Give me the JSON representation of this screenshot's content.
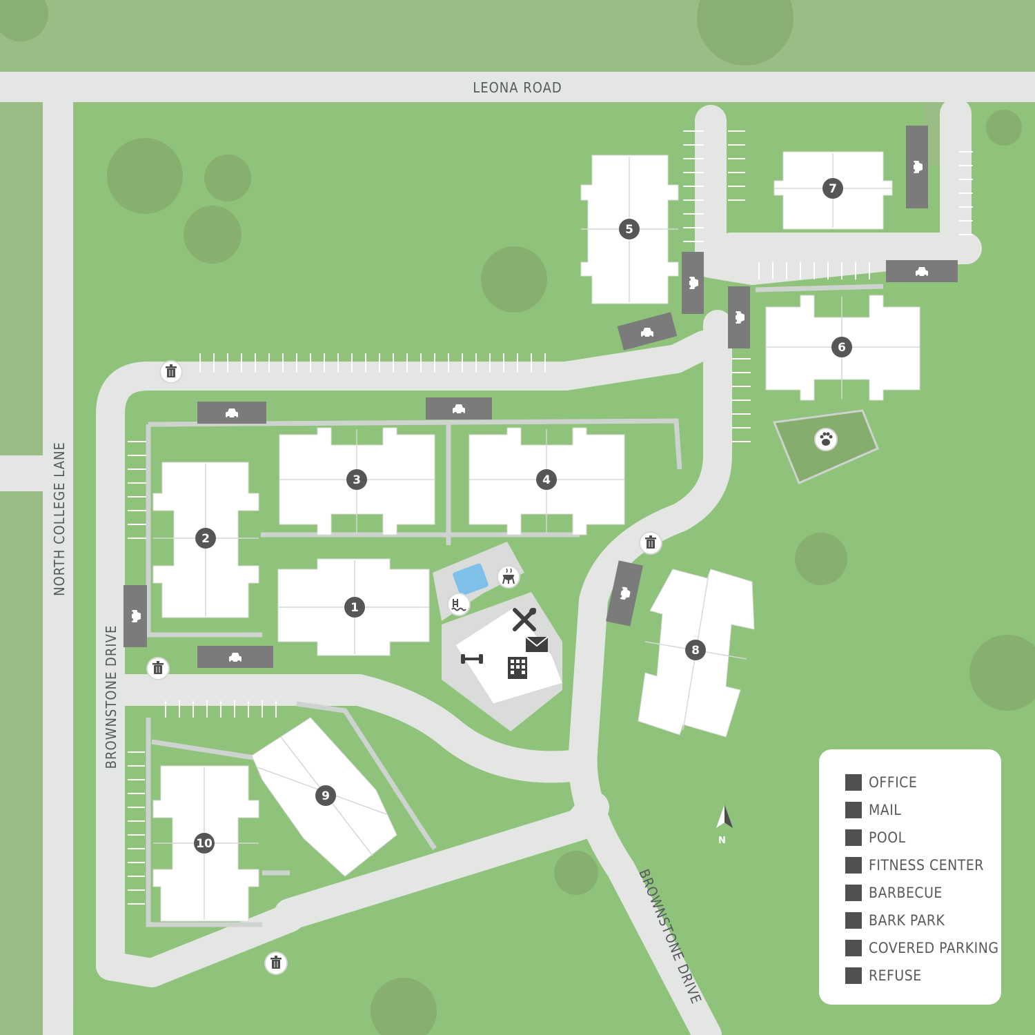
{
  "streets": {
    "leona_road": "LEONA ROAD",
    "north_college_lane": "NORTH COLLEGE LANE",
    "brownstone_drive_west": "BROWNSTONE DRIVE",
    "brownstone_drive_south": "BROWNSTONE DRIVE"
  },
  "buildings": [
    "1",
    "2",
    "3",
    "4",
    "5",
    "6",
    "7",
    "8",
    "9",
    "10"
  ],
  "compass": {
    "label": "N"
  },
  "legend": {
    "items": [
      "OFFICE",
      "MAIL",
      "POOL",
      "FITNESS CENTER",
      "BARBECUE",
      "BARK PARK",
      "COVERED PARKING",
      "REFUSE"
    ]
  },
  "colors": {
    "grass_outer": "#9bbd85",
    "grass_inner": "#8fc27a",
    "road": "#e4e6e4",
    "building": "#ffffff",
    "covered_parking": "#7b7b7b",
    "pool": "#7ec0e8",
    "legend_swatch": "#505152"
  },
  "icons": [
    "trash-icon",
    "car-icon",
    "pool-icon",
    "barbecue-icon",
    "office-icon",
    "mail-icon",
    "fitness-icon",
    "wrench-icon",
    "paw-icon",
    "compass-icon"
  ]
}
